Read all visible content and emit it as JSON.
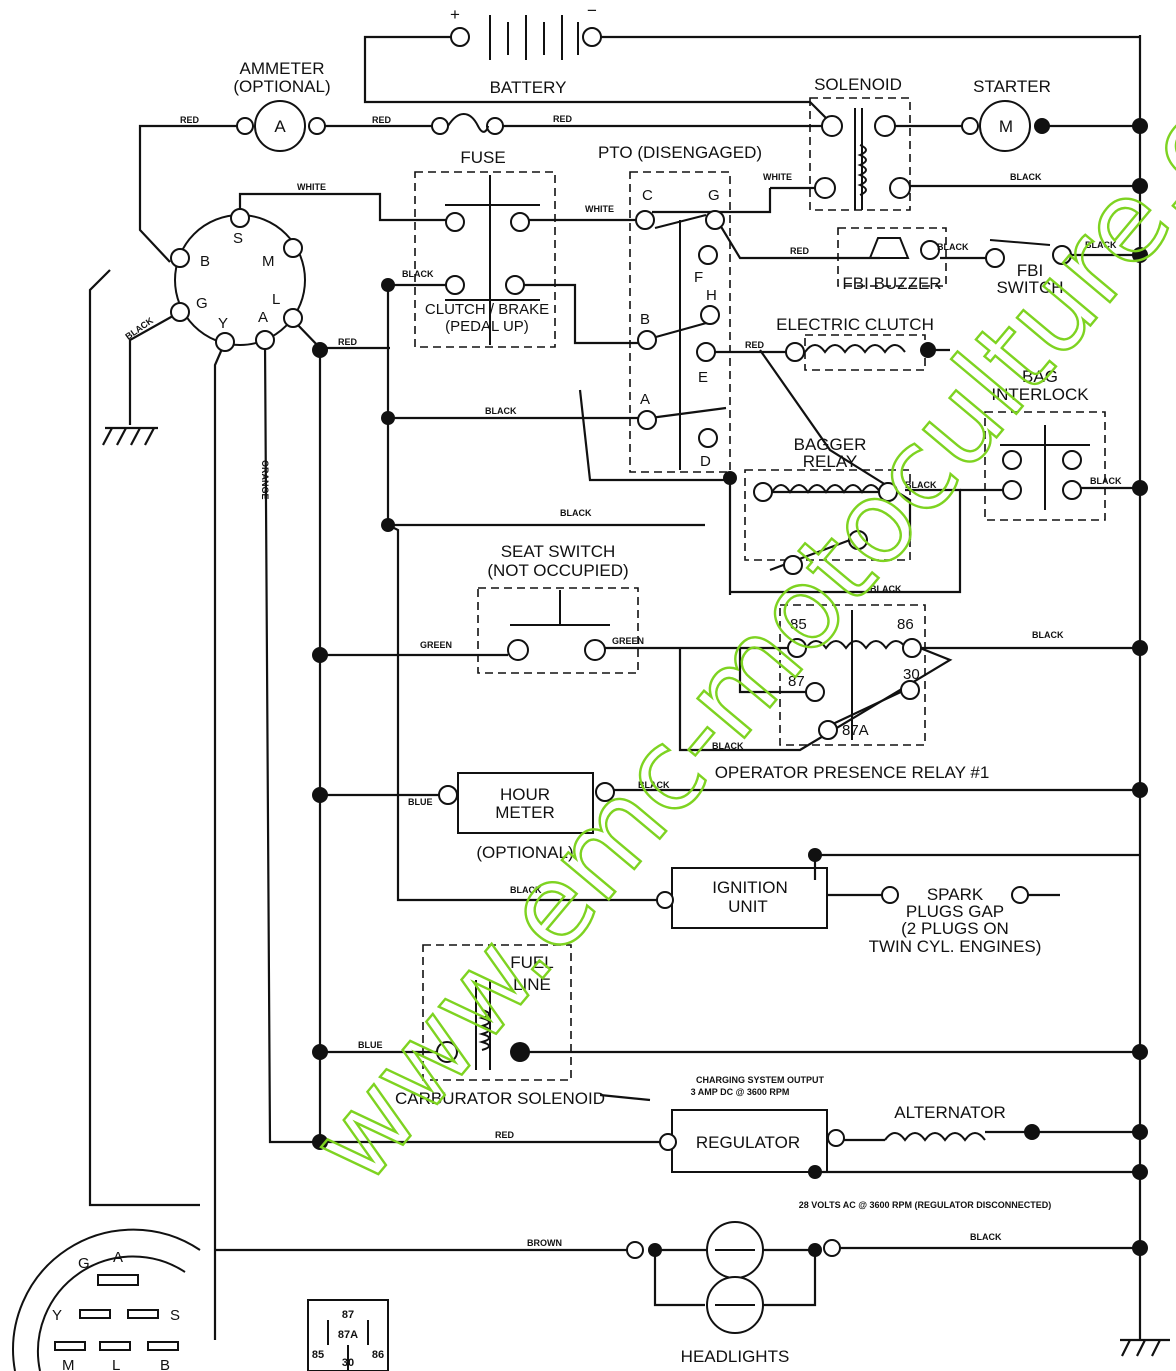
{
  "components": {
    "battery": "BATTERY",
    "battery_pos": "+",
    "battery_neg": "−",
    "ammeter": "AMMETER",
    "ammeter_opt": "(OPTIONAL)",
    "ammeter_letter": "A",
    "solenoid": "SOLENOID",
    "starter": "STARTER",
    "starter_letter": "M",
    "fuse": "FUSE",
    "pto": "PTO (DISENGAGED)",
    "clutch_brake": "CLUTCH / BRAKE",
    "pedal_up": "(PEDAL UP)",
    "fbi_buzzer": "FBI BUZZER",
    "fbi_switch_1": "FBI",
    "fbi_switch_2": "SWITCH",
    "electric_clutch": "ELECTRIC CLUTCH",
    "bag_interlock_1": "BAG",
    "bag_interlock_2": "INTERLOCK",
    "bagger_relay_1": "BAGGER",
    "bagger_relay_2": "RELAY",
    "seat_switch_1": "SEAT SWITCH",
    "seat_switch_2": "(NOT OCCUPIED)",
    "operator_relay": "OPERATOR PRESENCE RELAY #1",
    "hour_meter_1": "HOUR",
    "hour_meter_2": "METER",
    "hour_meter_opt": "(OPTIONAL)",
    "ignition_1": "IGNITION",
    "ignition_2": "UNIT",
    "spark_1": "SPARK",
    "spark_2": "PLUGS GAP",
    "spark_3": "(2 PLUGS ON",
    "spark_4": "TWIN CYL. ENGINES)",
    "fuel_1": "FUEL",
    "fuel_2": "LINE",
    "carb": "CARBURATOR SOLENOID",
    "charging_1": "CHARGING SYSTEM OUTPUT",
    "charging_2": "3 AMP DC @ 3600 RPM",
    "regulator": "REGULATOR",
    "alternator": "ALTERNATOR",
    "volts_note": "28 VOLTS AC @ 3600 RPM (REGULATOR DISCONNECTED)",
    "headlights": "HEADLIGHTS"
  },
  "wire_colors": {
    "red": "RED",
    "white": "WHITE",
    "black": "BLACK",
    "green": "GREEN",
    "blue": "BLUE",
    "orange": "ORANGE",
    "brown": "BROWN"
  },
  "ignition_switch_terminals": [
    "B",
    "S",
    "M",
    "L",
    "A",
    "Y",
    "G"
  ],
  "pto_terminals": [
    "C",
    "G",
    "F",
    "H",
    "B",
    "E",
    "A",
    "D"
  ],
  "relay_terminals": [
    "85",
    "86",
    "87",
    "30",
    "87A"
  ],
  "relay_pinout": [
    "87",
    "87A",
    "85",
    "30",
    "86"
  ],
  "switch_plug_labels": [
    "G",
    "A",
    "Y",
    "S",
    "M",
    "L",
    "B"
  ],
  "watermark": "www.emc-motoculture.com",
  "colors": {
    "ink": "#111111",
    "watermark": "#7ed321"
  }
}
